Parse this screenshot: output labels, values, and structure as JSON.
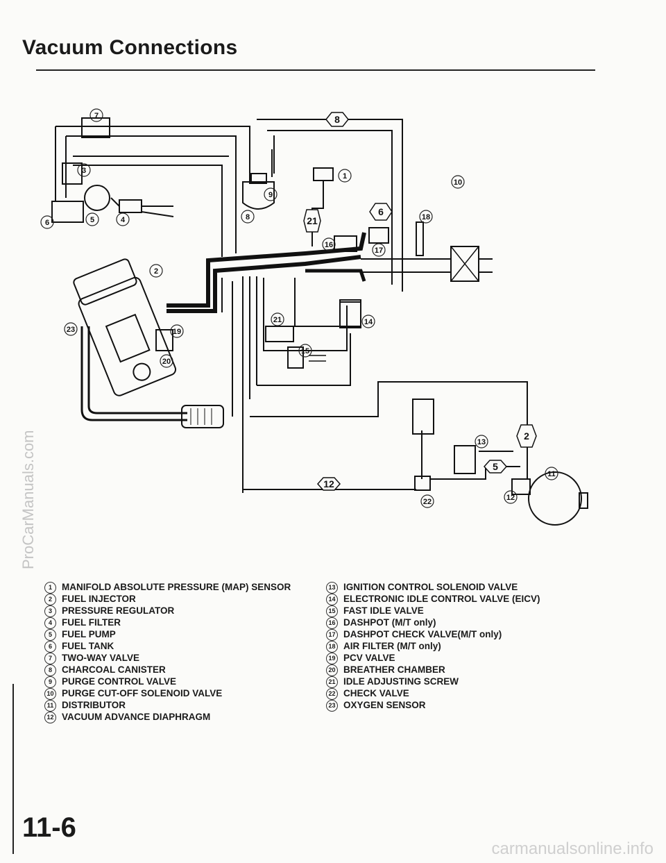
{
  "page_title": "Vacuum Connections",
  "page_number": "11-6",
  "watermarks": {
    "side": "ProCarManuals.com",
    "bottom": "carmanualsonline.info"
  },
  "legend_left": [
    {
      "num": "1",
      "label": "MANIFOLD ABSOLUTE PRESSURE (MAP) SENSOR"
    },
    {
      "num": "2",
      "label": "FUEL INJECTOR"
    },
    {
      "num": "3",
      "label": "PRESSURE REGULATOR"
    },
    {
      "num": "4",
      "label": "FUEL FILTER"
    },
    {
      "num": "5",
      "label": "FUEL PUMP"
    },
    {
      "num": "6",
      "label": "FUEL TANK"
    },
    {
      "num": "7",
      "label": "TWO-WAY VALVE"
    },
    {
      "num": "8",
      "label": "CHARCOAL CANISTER"
    },
    {
      "num": "9",
      "label": "PURGE CONTROL VALVE"
    },
    {
      "num": "10",
      "label": "PURGE CUT-OFF SOLENOID VALVE"
    },
    {
      "num": "11",
      "label": "DISTRIBUTOR"
    },
    {
      "num": "12",
      "label": "VACUUM ADVANCE DIAPHRAGM"
    }
  ],
  "legend_right": [
    {
      "num": "13",
      "label": "IGNITION CONTROL SOLENOID VALVE"
    },
    {
      "num": "14",
      "label": "ELECTRONIC IDLE CONTROL VALVE (EICV)"
    },
    {
      "num": "15",
      "label": "FAST IDLE VALVE"
    },
    {
      "num": "16",
      "label": "DASHPOT (M/T only)"
    },
    {
      "num": "17",
      "label": "DASHPOT CHECK VALVE(M/T only)"
    },
    {
      "num": "18",
      "label": "AIR FILTER (M/T only)"
    },
    {
      "num": "19",
      "label": "PCV VALVE"
    },
    {
      "num": "20",
      "label": "BREATHER CHAMBER"
    },
    {
      "num": "21",
      "label": "IDLE ADJUSTING SCREW"
    },
    {
      "num": "22",
      "label": "CHECK VALVE"
    },
    {
      "num": "23",
      "label": "OXYGEN SENSOR"
    }
  ],
  "callouts": {
    "c1": "1",
    "c2": "2",
    "c3": "3",
    "c4": "4",
    "c5": "5",
    "c6": "6",
    "c7": "7",
    "c8": "8",
    "c9": "9",
    "c10": "10",
    "c11": "11",
    "c12": "12",
    "c13": "13",
    "c14": "14",
    "c15": "15",
    "c16": "16",
    "c17": "17",
    "c18": "18",
    "c19": "19",
    "c20": "20",
    "c21": "21",
    "c22": "22",
    "c23": "23"
  },
  "hose_tags": {
    "t2": "2",
    "t5": "5",
    "t6": "6",
    "t8": "8",
    "t12": "12",
    "t21": "21"
  }
}
